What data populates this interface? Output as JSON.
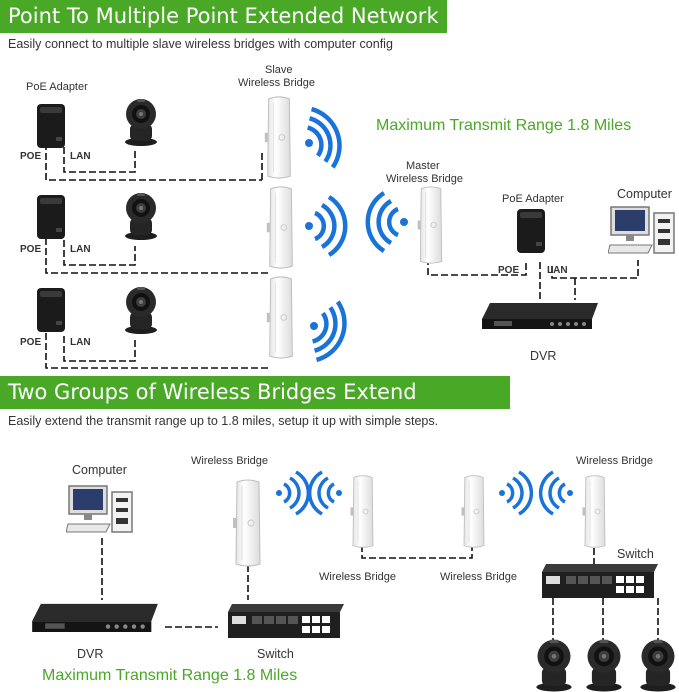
{
  "section1": {
    "title": "Point To Multiple Point Extended Network",
    "subtitle": "Easily connect to multiple slave wireless bridges with computer config",
    "labels": {
      "poe_adapter": "PoE Adapter",
      "poe": "POE",
      "lan": "LAN",
      "slave_bridge_line1": "Slave",
      "slave_bridge_line2": "Wireless Bridge",
      "master_bridge_line1": "Master",
      "master_bridge_line2": "Wireless Bridge",
      "right_poe_adapter": "PoE Adapter",
      "right_poe": "POE",
      "right_lan": "LAN",
      "computer": "Computer",
      "dvr": "DVR",
      "range": "Maximum Transmit Range 1.8 Miles"
    }
  },
  "section2": {
    "title": "Two Groups of Wireless Bridges Extend Network",
    "subtitle": "Easily extend the transmit range up to 1.8 miles,  setup it up with simple steps.",
    "labels": {
      "computer": "Computer",
      "wireless_bridge_1": "Wireless Bridge",
      "wireless_bridge_2": "Wireless Bridge",
      "wireless_bridge_3": "Wireless Bridge",
      "wireless_bridge_4": "Wireless Bridge",
      "switch_right": "Switch",
      "switch_left": "Switch",
      "dvr": "DVR",
      "range": "Maximum Transmit Range 1.8 Miles"
    }
  },
  "colors": {
    "banner": "#4aa827",
    "signal": "#1a73d9",
    "range_text": "#4aa827"
  },
  "icons": [
    "poe-adapter-icon",
    "ip-camera-icon",
    "wireless-bridge-icon",
    "wifi-signal-icon",
    "computer-icon",
    "dvr-icon",
    "switch-icon"
  ]
}
